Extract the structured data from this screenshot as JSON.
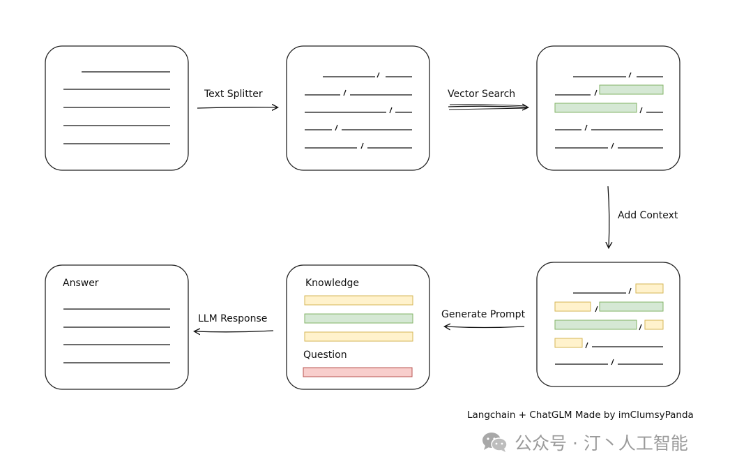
{
  "edges": {
    "text_splitter": "Text Splitter",
    "vector_search": "Vector Search",
    "add_context": "Add Context",
    "generate_prompt": "Generate Prompt",
    "llm_response": "LLM Response"
  },
  "prompt_box": {
    "knowledge_label": "Knowledge",
    "question_label": "Question"
  },
  "answer_box": {
    "title": "Answer"
  },
  "credit": "Langchain + ChatGLM Made by imClumsyPanda",
  "watermark": {
    "icon": "wechat-icon",
    "text": "公众号 · 汀丶人工智能"
  },
  "colors": {
    "line": "#111111",
    "box_stroke": "#222222",
    "highlight_green_fill": "#d5e8d4",
    "highlight_green_stroke": "#82b366",
    "highlight_yellow_fill": "#fff2cc",
    "highlight_yellow_stroke": "#d6b656",
    "highlight_red_fill": "#f8cecc",
    "highlight_red_stroke": "#b85450",
    "watermark": "#9a9a9a"
  }
}
